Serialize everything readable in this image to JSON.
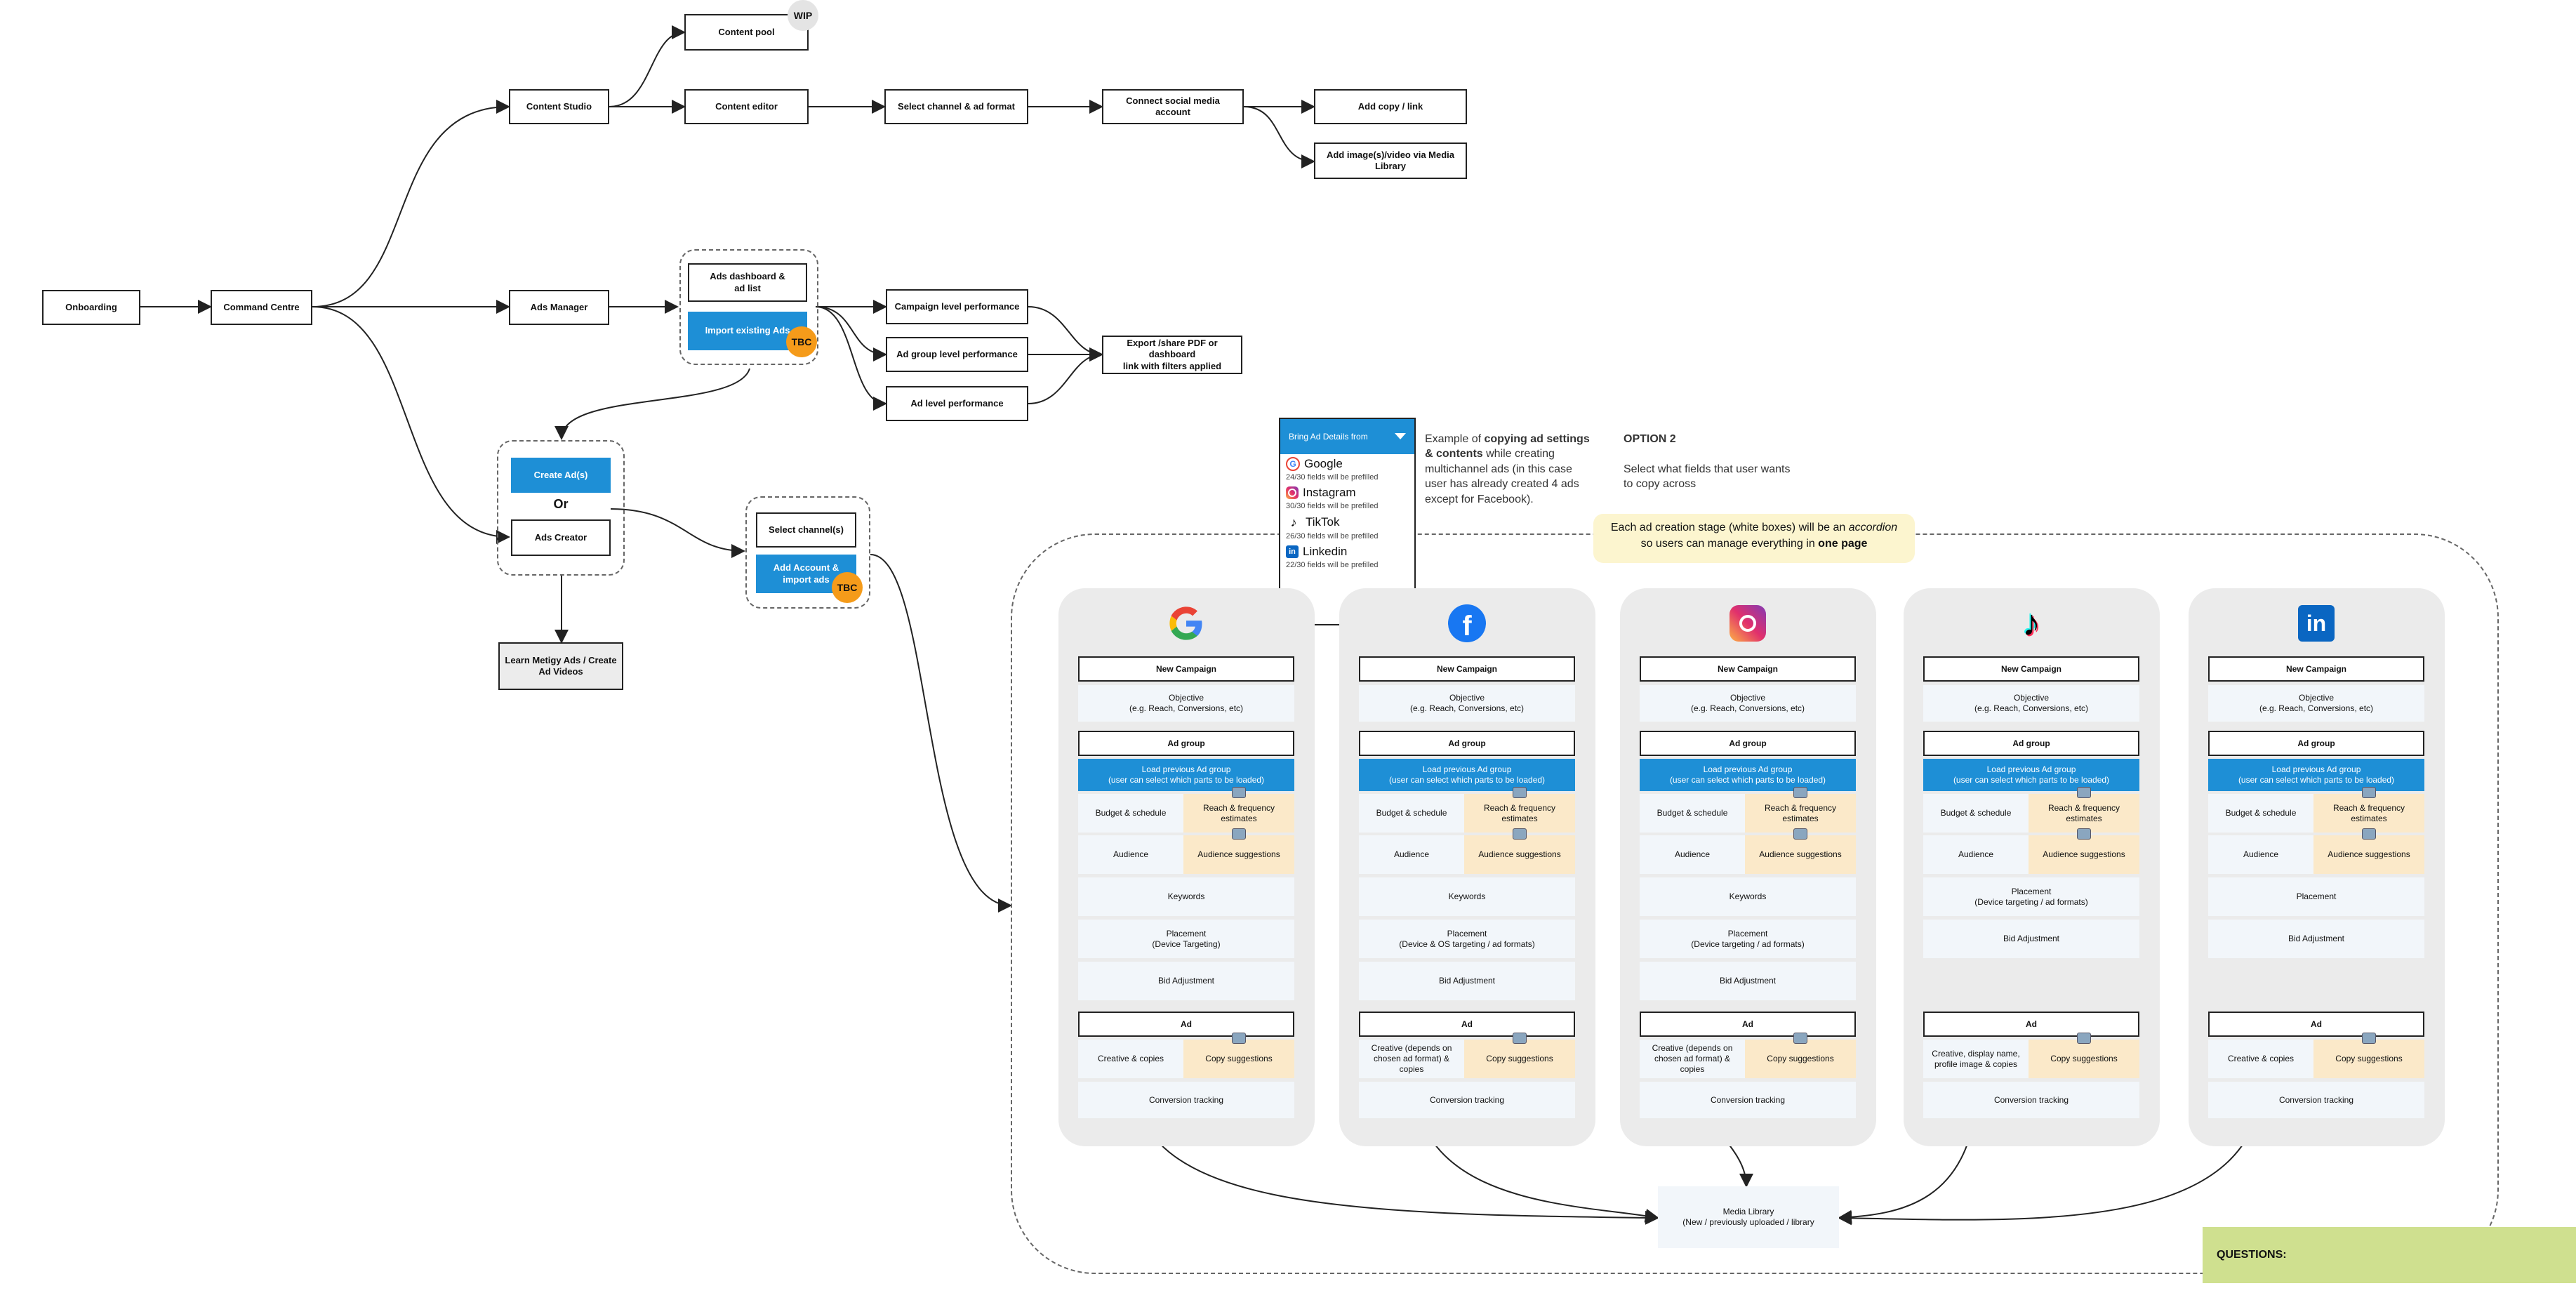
{
  "nodes": {
    "onboarding": "Onboarding",
    "command_centre": "Command Centre",
    "content_studio": "Content Studio",
    "content_pool": "Content pool",
    "content_editor": "Content editor",
    "select_channel_ad_format": "Select channel & ad format",
    "connect_social_media_account": "Connect social media account",
    "add_copy_link": "Add copy / link",
    "add_image_video": "Add image(s)/video via Media\nLibrary",
    "ads_manager": "Ads Manager",
    "ads_dashboard": "Ads dashboard &\nad list",
    "import_existing_ads": "Import existing Ads",
    "campaign_level_performance": "Campaign level performance",
    "ad_group_level_performance": "Ad group level performance",
    "ad_level_performance": "Ad level performance",
    "export_share_pdf": "Export /share PDF or dashboard\nlink with filters applied",
    "create_ads": "Create Ad(s)",
    "or_label": "Or",
    "ads_creator": "Ads Creator",
    "learn_metigy": "Learn Metigy Ads / Create\nAd Videos",
    "select_channels": "Select channel(s)",
    "add_account_import": "Add Account &\nimport ads",
    "media_library": "Media Library\n(New / previously uploaded / library"
  },
  "badges": {
    "wip": "WIP",
    "tbc": "TBC"
  },
  "dropdown": {
    "label": "Bring Ad Details from",
    "items": [
      {
        "name": "Google",
        "sub": "24/30 fields will be prefilled"
      },
      {
        "name": "Instagram",
        "sub": "30/30 fields will be prefilled"
      },
      {
        "name": "TikTok",
        "sub": "26/30 fields will be prefilled"
      },
      {
        "name": "Linkedin",
        "sub": "22/30 fields will be prefilled"
      }
    ]
  },
  "notes": {
    "example_prefix": "Example of ",
    "example_bold": "copying ad settings\n& contents",
    "example_rest": " while creating\nmultichannel ads (in this case\nuser has already created 4 ads\nexcept for Facebook).",
    "option2_title": "OPTION 2",
    "option2_body": "Select what fields that user wants\nto copy across",
    "accordion_pre": "Each ad creation stage (white boxes) will be an ",
    "accordion_em": "accordion",
    "accordion_mid": "so users can manage everything in ",
    "accordion_bold": "one page",
    "questions": "QUESTIONS:"
  },
  "columns": [
    {
      "channel": "google",
      "icon": "google-icon",
      "new_campaign": "New Campaign",
      "objective": "Objective\n(e.g. Reach, Conversions, etc)",
      "ad_group": "Ad group",
      "load_previous": "Load previous Ad group\n(user can select which parts to be loaded)",
      "budget": "Budget & schedule",
      "reach": "Reach & frequency\nestimates",
      "audience": "Audience",
      "audience_sugg": "Audience suggestions",
      "extras": [
        "Keywords",
        "Placement\n(Device Targeting)",
        "Bid Adjustment"
      ],
      "ad": "Ad",
      "creative": "Creative & copies",
      "copy_sugg": "Copy suggestions",
      "conversion": "Conversion tracking"
    },
    {
      "channel": "facebook",
      "icon": "facebook-icon",
      "new_campaign": "New Campaign",
      "objective": "Objective\n(e.g. Reach, Conversions, etc)",
      "ad_group": "Ad group",
      "load_previous": "Load previous Ad group\n(user can select which parts to be loaded)",
      "budget": "Budget & schedule",
      "reach": "Reach & frequency\nestimates",
      "audience": "Audience",
      "audience_sugg": "Audience suggestions",
      "extras": [
        "Keywords",
        "Placement\n(Device & OS targeting / ad formats)",
        "Bid Adjustment"
      ],
      "ad": "Ad",
      "creative": "Creative (depends on\nchosen ad format) &\ncopies",
      "copy_sugg": "Copy suggestions",
      "conversion": "Conversion tracking"
    },
    {
      "channel": "instagram",
      "icon": "instagram-icon",
      "new_campaign": "New Campaign",
      "objective": "Objective\n(e.g. Reach, Conversions, etc)",
      "ad_group": "Ad group",
      "load_previous": "Load previous Ad group\n(user can select which parts to be loaded)",
      "budget": "Budget & schedule",
      "reach": "Reach & frequency\nestimates",
      "audience": "Audience",
      "audience_sugg": "Audience suggestions",
      "extras": [
        "Keywords",
        "Placement\n(Device targeting / ad formats)",
        "Bid Adjustment"
      ],
      "ad": "Ad",
      "creative": "Creative (depends on\nchosen ad format) &\ncopies",
      "copy_sugg": "Copy suggestions",
      "conversion": "Conversion tracking"
    },
    {
      "channel": "tiktok",
      "icon": "tiktok-icon",
      "new_campaign": "New Campaign",
      "objective": "Objective\n(e.g. Reach, Conversions, etc)",
      "ad_group": "Ad group",
      "load_previous": "Load previous Ad group\n(user can select which parts to be loaded)",
      "budget": "Budget & schedule",
      "reach": "Reach & frequency\nestimates",
      "audience": "Audience",
      "audience_sugg": "Audience suggestions",
      "extras": [
        "Placement\n(Device targeting / ad formats)",
        "Bid Adjustment"
      ],
      "ad": "Ad",
      "creative": "Creative, display name,\nprofile image & copies",
      "copy_sugg": "Copy suggestions",
      "conversion": "Conversion tracking"
    },
    {
      "channel": "linkedin",
      "icon": "linkedin-icon",
      "new_campaign": "New Campaign",
      "objective": "Objective\n(e.g. Reach, Conversions, etc)",
      "ad_group": "Ad group",
      "load_previous": "Load previous Ad group\n(user can select which parts to be loaded)",
      "budget": "Budget & schedule",
      "reach": "Reach & frequency\nestimates",
      "audience": "Audience",
      "audience_sugg": "Audience suggestions",
      "extras": [
        "Placement",
        "Bid Adjustment"
      ],
      "ad": "Ad",
      "creative": "Creative & copies",
      "copy_sugg": "Copy suggestions",
      "conversion": "Conversion tracking"
    }
  ]
}
